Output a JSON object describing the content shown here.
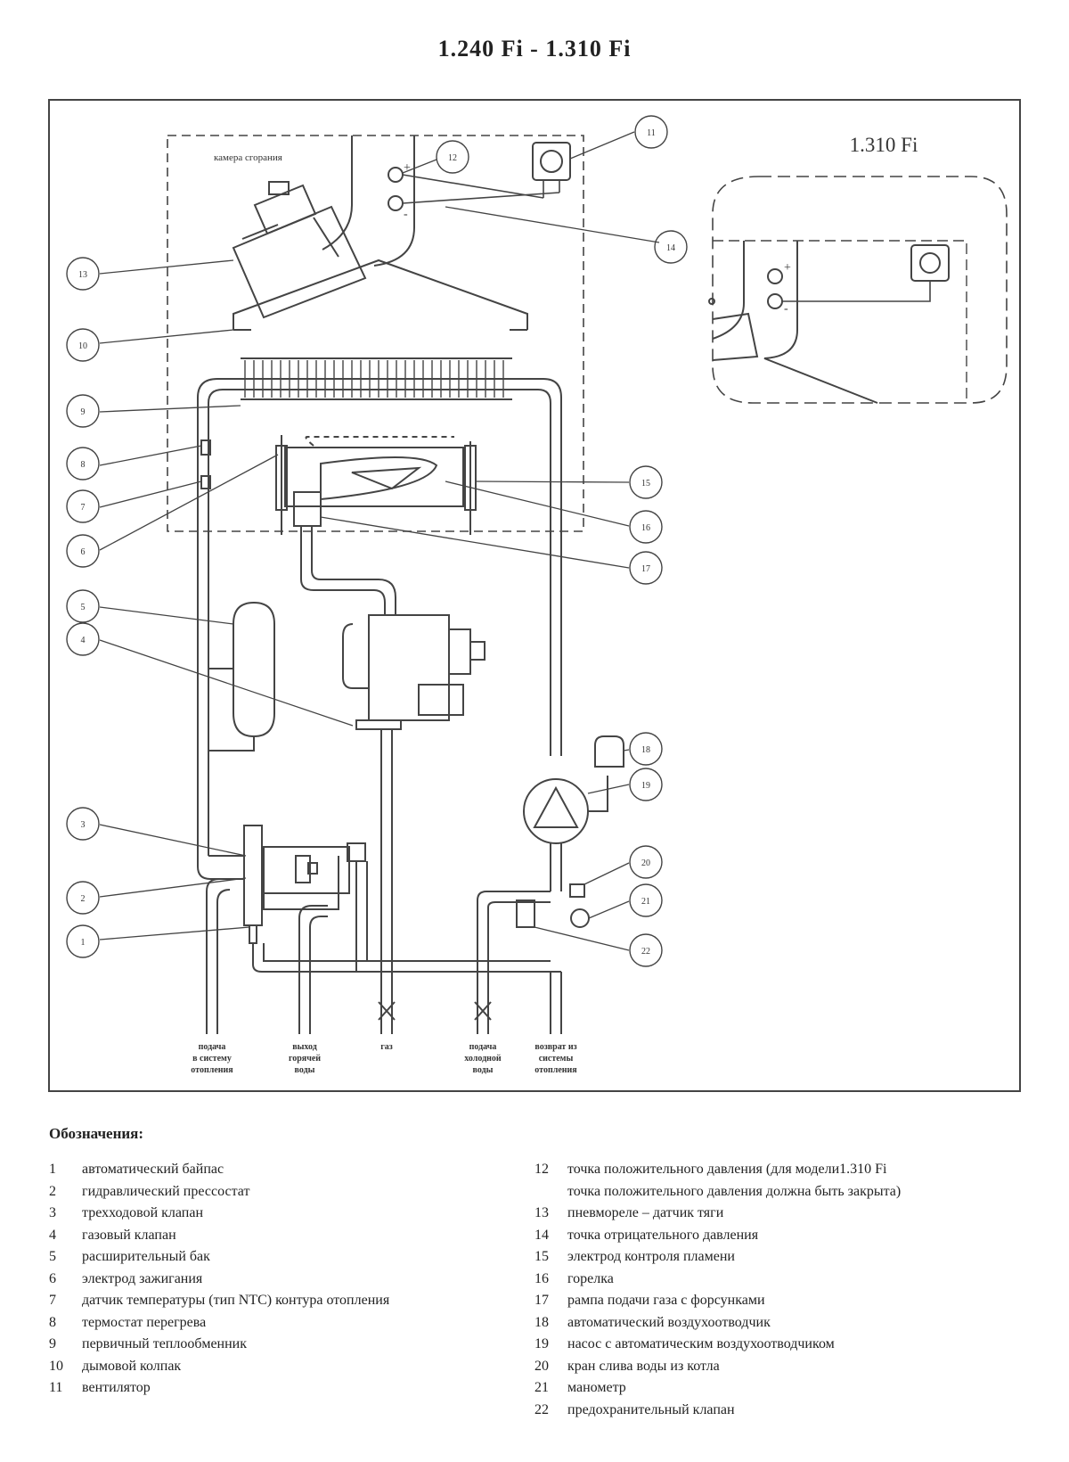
{
  "title": "1.240 Fi - 1.310 Fi",
  "inset_title": "1.310 Fi",
  "combustion_chamber_label": "камера сгорания",
  "plus_sign": "+",
  "minus_sign": "-",
  "callouts": [
    "1",
    "2",
    "3",
    "4",
    "5",
    "6",
    "7",
    "8",
    "9",
    "10",
    "11",
    "12",
    "13",
    "14",
    "15",
    "16",
    "17",
    "18",
    "19",
    "20",
    "21",
    "22"
  ],
  "connections": [
    {
      "line1": "подача",
      "line2": "в систему",
      "line3": "отопления"
    },
    {
      "line1": "выход",
      "line2": "горячей",
      "line3": "воды"
    },
    {
      "line1": "газ",
      "line2": "",
      "line3": ""
    },
    {
      "line1": "подача",
      "line2": "холодной",
      "line3": "воды"
    },
    {
      "line1": "возврат из",
      "line2": "системы",
      "line3": "отопления"
    }
  ],
  "legend": {
    "title": "Обозначения:",
    "left": [
      {
        "num": "1",
        "text": "автоматический байпас"
      },
      {
        "num": "2",
        "text": "гидравлический прессостат"
      },
      {
        "num": "3",
        "text": "трехходовой клапан"
      },
      {
        "num": "4",
        "text": "газовый клапан"
      },
      {
        "num": "5",
        "text": "расширительный бак"
      },
      {
        "num": "6",
        "text": "электрод зажигания"
      },
      {
        "num": "7",
        "text": "датчик температуры (тип NTC) контура отопления"
      },
      {
        "num": "8",
        "text": "термостат перегрева"
      },
      {
        "num": "9",
        "text": "первичный теплообменник"
      },
      {
        "num": "10",
        "text": "дымовой колпак"
      },
      {
        "num": "11",
        "text": "вентилятор"
      }
    ],
    "right": [
      {
        "num": "12",
        "text": "точка положительного давления (для модели1.310 Fi"
      },
      {
        "num": "",
        "text": "точка положительного давления должна быть закрыта)"
      },
      {
        "num": "13",
        "text": "пневмореле – датчик тяги"
      },
      {
        "num": "14",
        "text": "точка отрицательного давления"
      },
      {
        "num": "15",
        "text": "электрод контроля пламени"
      },
      {
        "num": "16",
        "text": "горелка"
      },
      {
        "num": "17",
        "text": "рампа подачи газа с форсунками"
      },
      {
        "num": "18",
        "text": "автоматический воздухоотводчик"
      },
      {
        "num": "19",
        "text": "насос с автоматическим воздухоотводчиком"
      },
      {
        "num": "20",
        "text": "кран слива воды из котла"
      },
      {
        "num": "21",
        "text": "манометр"
      },
      {
        "num": "22",
        "text": "предохранительный клапан"
      }
    ]
  }
}
